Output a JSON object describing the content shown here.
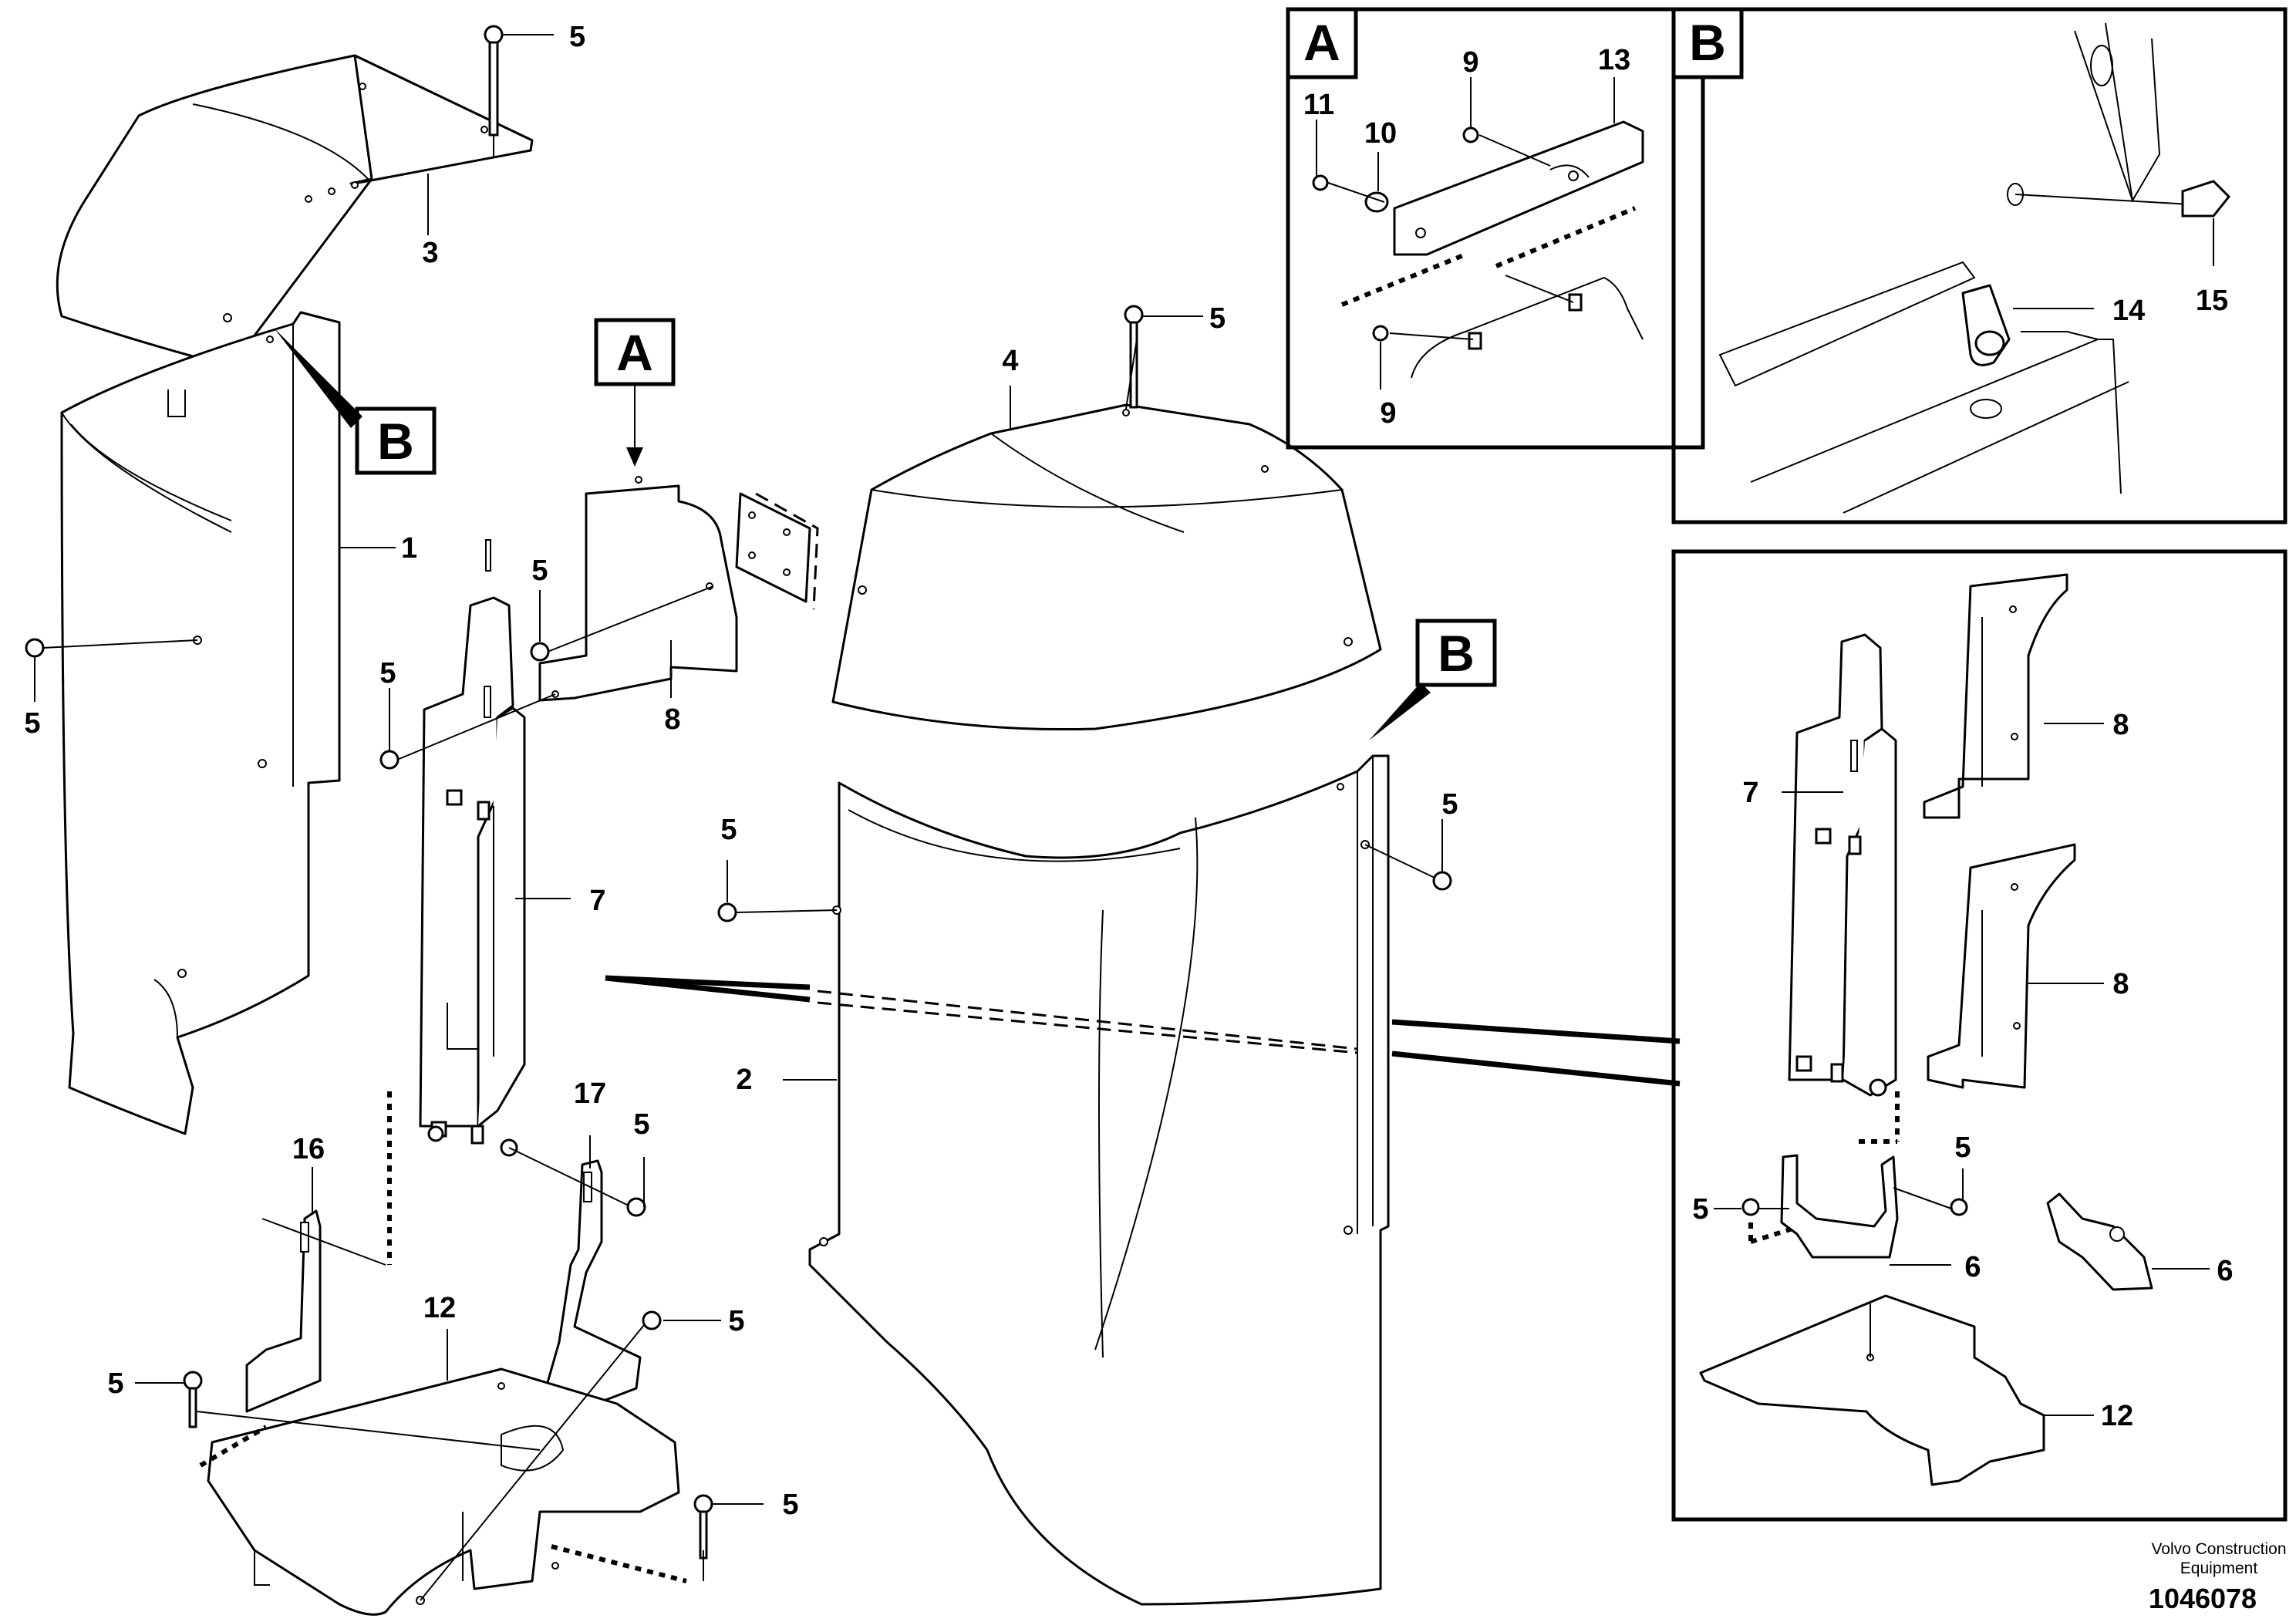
{
  "callouts": {
    "c1": "1",
    "c2": "2",
    "c3": "3",
    "c4": "4",
    "c5": "5",
    "c6": "6",
    "c7": "7",
    "c8": "8",
    "c9": "9",
    "c10": "10",
    "c11": "11",
    "c12": "12",
    "c13": "13",
    "c14": "14",
    "c15": "15",
    "c16": "16",
    "c17": "17"
  },
  "detail_labels": {
    "a": "A",
    "b": "B"
  },
  "footer": {
    "brand_line1": "Volvo Construction",
    "brand_line2": "Equipment",
    "doc_number": "1046078"
  }
}
